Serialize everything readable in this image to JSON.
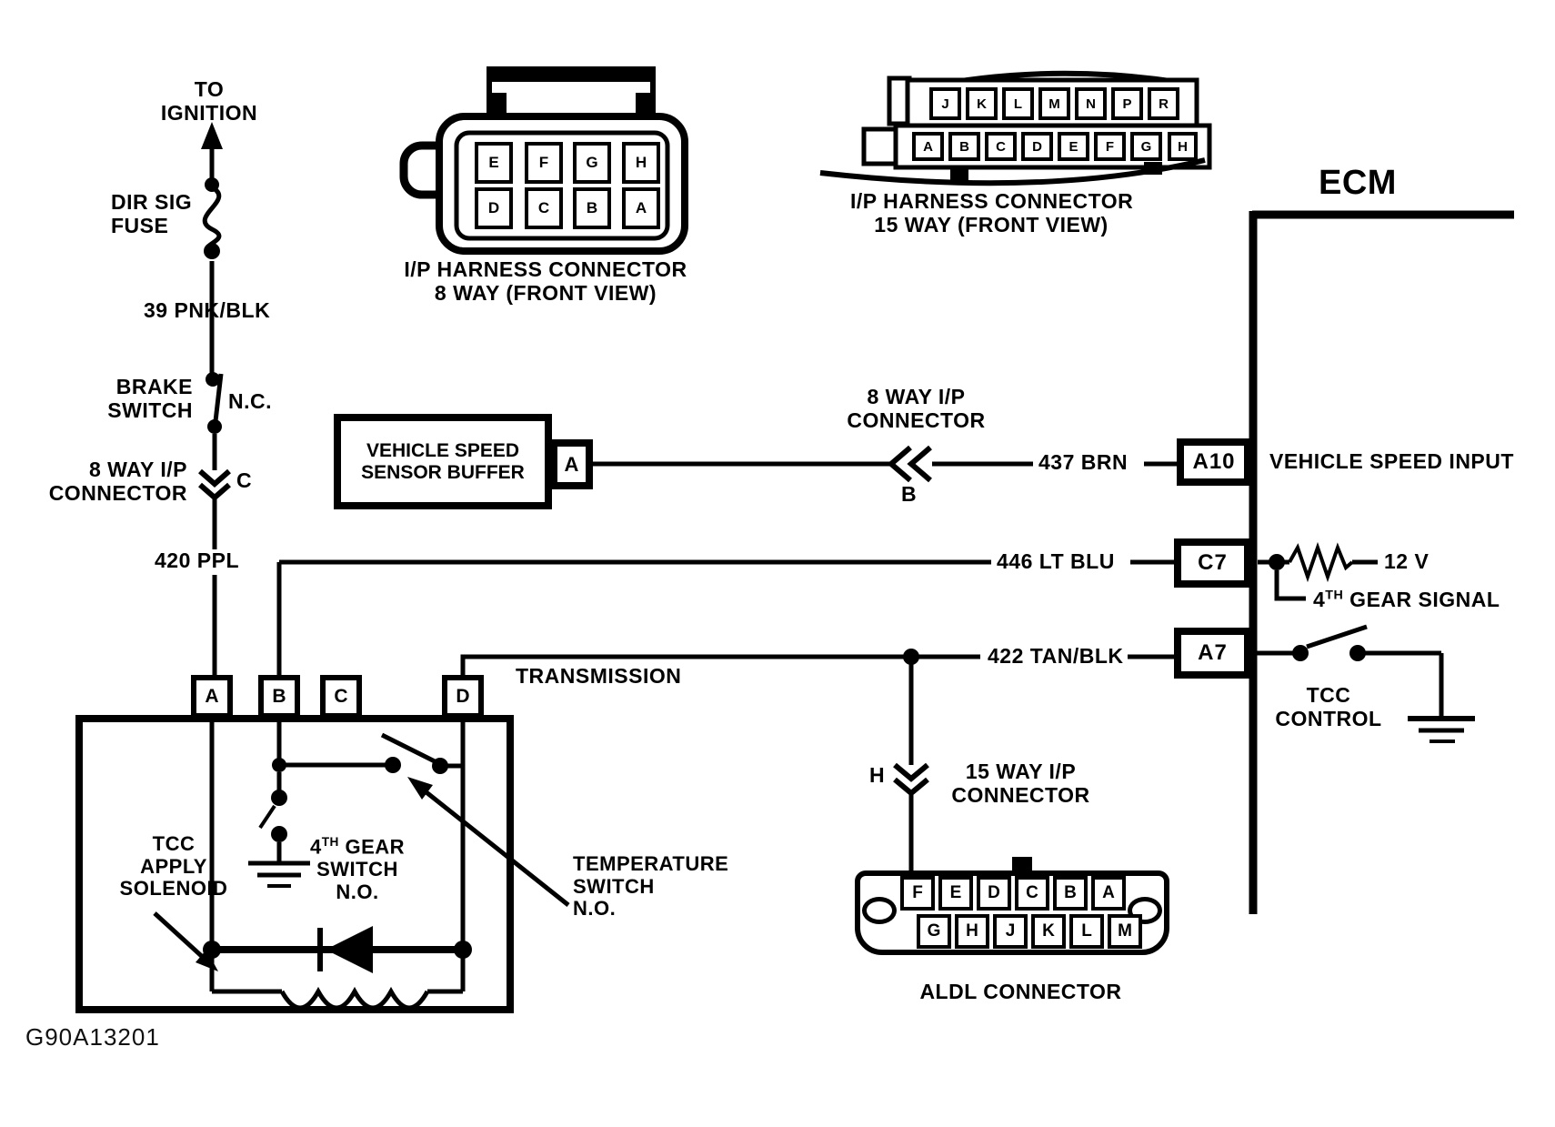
{
  "figure_id": "G90A13201",
  "ignition": {
    "line1": "TO",
    "line2": "IGNITION"
  },
  "fuse": {
    "line1": "DIR SIG",
    "line2": "FUSE"
  },
  "wire39": "39 PNK/BLK",
  "brake": {
    "line1": "BRAKE",
    "line2": "SWITCH",
    "state": "N.C."
  },
  "ip8_left": {
    "line1": "8 WAY I/P",
    "line2": "CONNECTOR",
    "pin": "C"
  },
  "wire420": "420 PPL",
  "connector8": {
    "pins_top": [
      "E",
      "F",
      "G",
      "H"
    ],
    "pins_bottom": [
      "D",
      "C",
      "B",
      "A"
    ],
    "label1": "I/P HARNESS CONNECTOR",
    "label2": "8 WAY (FRONT VIEW)"
  },
  "connector15": {
    "pins_top": [
      "J",
      "K",
      "L",
      "M",
      "N",
      "P",
      "R"
    ],
    "pins_bottom": [
      "A",
      "B",
      "C",
      "D",
      "E",
      "F",
      "G",
      "H"
    ],
    "label1": "I/P HARNESS CONNECTOR",
    "label2": "15 WAY (FRONT VIEW)"
  },
  "buffer": {
    "line1": "VEHICLE SPEED",
    "line2": "SENSOR BUFFER",
    "pin": "A"
  },
  "ip8_mid": {
    "line1": "8 WAY I/P",
    "line2": "CONNECTOR",
    "pin": "B"
  },
  "wires": {
    "w437": "437 BRN",
    "w446": "446 LT BLU",
    "w422": "422 TAN/BLK"
  },
  "ecm": {
    "title": "ECM",
    "pin_a10": "A10",
    "pin_c7": "C7",
    "pin_a7": "A7",
    "vehicle_speed_input": "VEHICLE SPEED INPUT",
    "twelve_v": "12 V",
    "signal4": {
      "num": "4",
      "sup": "TH",
      "rest": " GEAR SIGNAL"
    },
    "tcc": {
      "line1": "TCC",
      "line2": "CONTROL"
    }
  },
  "ip15_mid": {
    "pin": "H",
    "line1": "15 WAY I/P",
    "line2": "CONNECTOR"
  },
  "transmission": {
    "title": "TRANSMISSION",
    "pins": [
      "A",
      "B",
      "C",
      "D"
    ],
    "solenoid": {
      "line1": "TCC",
      "line2": "APPLY",
      "line3": "SOLENOID"
    },
    "gear": {
      "num": "4",
      "sup": "TH",
      "rest": " GEAR",
      "line2": "SWITCH",
      "line3": "N.O."
    },
    "temp": {
      "line1": "TEMPERATURE",
      "line2": "SWITCH",
      "line3": "N.O."
    }
  },
  "aldl": {
    "pins_top": [
      "F",
      "E",
      "D",
      "C",
      "B",
      "A"
    ],
    "pins_bottom": [
      "G",
      "H",
      "J",
      "K",
      "L",
      "M"
    ],
    "label": "ALDL CONNECTOR"
  }
}
